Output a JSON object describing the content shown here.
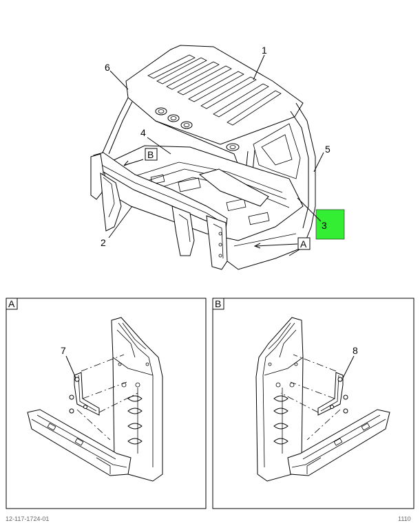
{
  "callouts": {
    "c1": "1",
    "c2": "2",
    "c3": "3",
    "c4": "4",
    "c5": "5",
    "c6": "6",
    "c7": "7",
    "c8": "8"
  },
  "view_refs": {
    "main_a": "A",
    "main_b": "B"
  },
  "panels": {
    "a_label": "A",
    "b_label": "B"
  },
  "highlight": {
    "color": "#33ee33"
  },
  "footer": {
    "left": "12-117-1724-01",
    "right": "1110"
  }
}
